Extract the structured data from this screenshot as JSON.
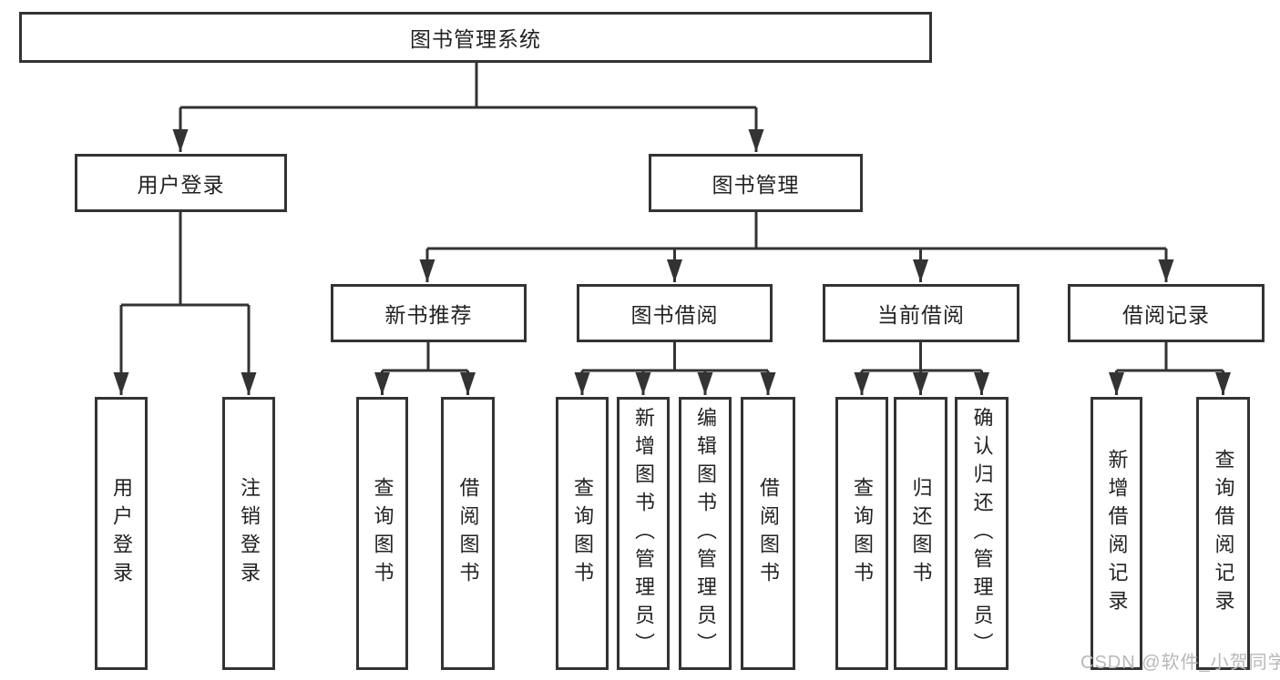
{
  "diagram_title": "图书管理系统",
  "colors": {
    "line": "#333333",
    "text": "#222222",
    "background": "#ffffff",
    "watermark": "#b8b8b8"
  },
  "nodes": {
    "root": {
      "label": "图书管理系统"
    },
    "user_login": {
      "label": "用户登录"
    },
    "book_mgmt": {
      "label": "图书管理"
    },
    "new_book_rec": {
      "label": "新书推荐"
    },
    "book_borrow": {
      "label": "图书借阅"
    },
    "current_borrow": {
      "label": "当前借阅"
    },
    "borrow_records": {
      "label": "借阅记录"
    },
    "leaf_user_login": {
      "label": "用户登录"
    },
    "leaf_logout": {
      "label": "注销登录"
    },
    "leaf_rec_query": {
      "label": "查询图书"
    },
    "leaf_rec_borrow": {
      "label": "借阅图书"
    },
    "leaf_bb_query": {
      "label": "查询图书"
    },
    "leaf_bb_add": {
      "label": "新增图书（管理员）"
    },
    "leaf_bb_edit": {
      "label": "编辑图书（管理员）"
    },
    "leaf_bb_borrow": {
      "label": "借阅图书"
    },
    "leaf_cb_query": {
      "label": "查询图书"
    },
    "leaf_cb_return": {
      "label": "归还图书"
    },
    "leaf_cb_confirm": {
      "label": "确认归还（管理员）"
    },
    "leaf_br_add": {
      "label": "新增借阅记录"
    },
    "leaf_br_query": {
      "label": "查询借阅记录"
    }
  },
  "edges": [
    {
      "from": "图书管理系统",
      "to": [
        "用户登录",
        "图书管理"
      ]
    },
    {
      "from": "用户登录",
      "to": [
        "用户登录",
        "注销登录"
      ]
    },
    {
      "from": "图书管理",
      "to": [
        "新书推荐",
        "图书借阅",
        "当前借阅",
        "借阅记录"
      ]
    },
    {
      "from": "新书推荐",
      "to": [
        "查询图书",
        "借阅图书"
      ]
    },
    {
      "from": "图书借阅",
      "to": [
        "查询图书",
        "新增图书（管理员）",
        "编辑图书（管理员）",
        "借阅图书"
      ]
    },
    {
      "from": "当前借阅",
      "to": [
        "查询图书",
        "归还图书",
        "确认归还（管理员）"
      ]
    },
    {
      "from": "借阅记录",
      "to": [
        "新增借阅记录",
        "查询借阅记录"
      ]
    }
  ],
  "watermark": {
    "text": "CSDN @软件_小贺同学"
  }
}
